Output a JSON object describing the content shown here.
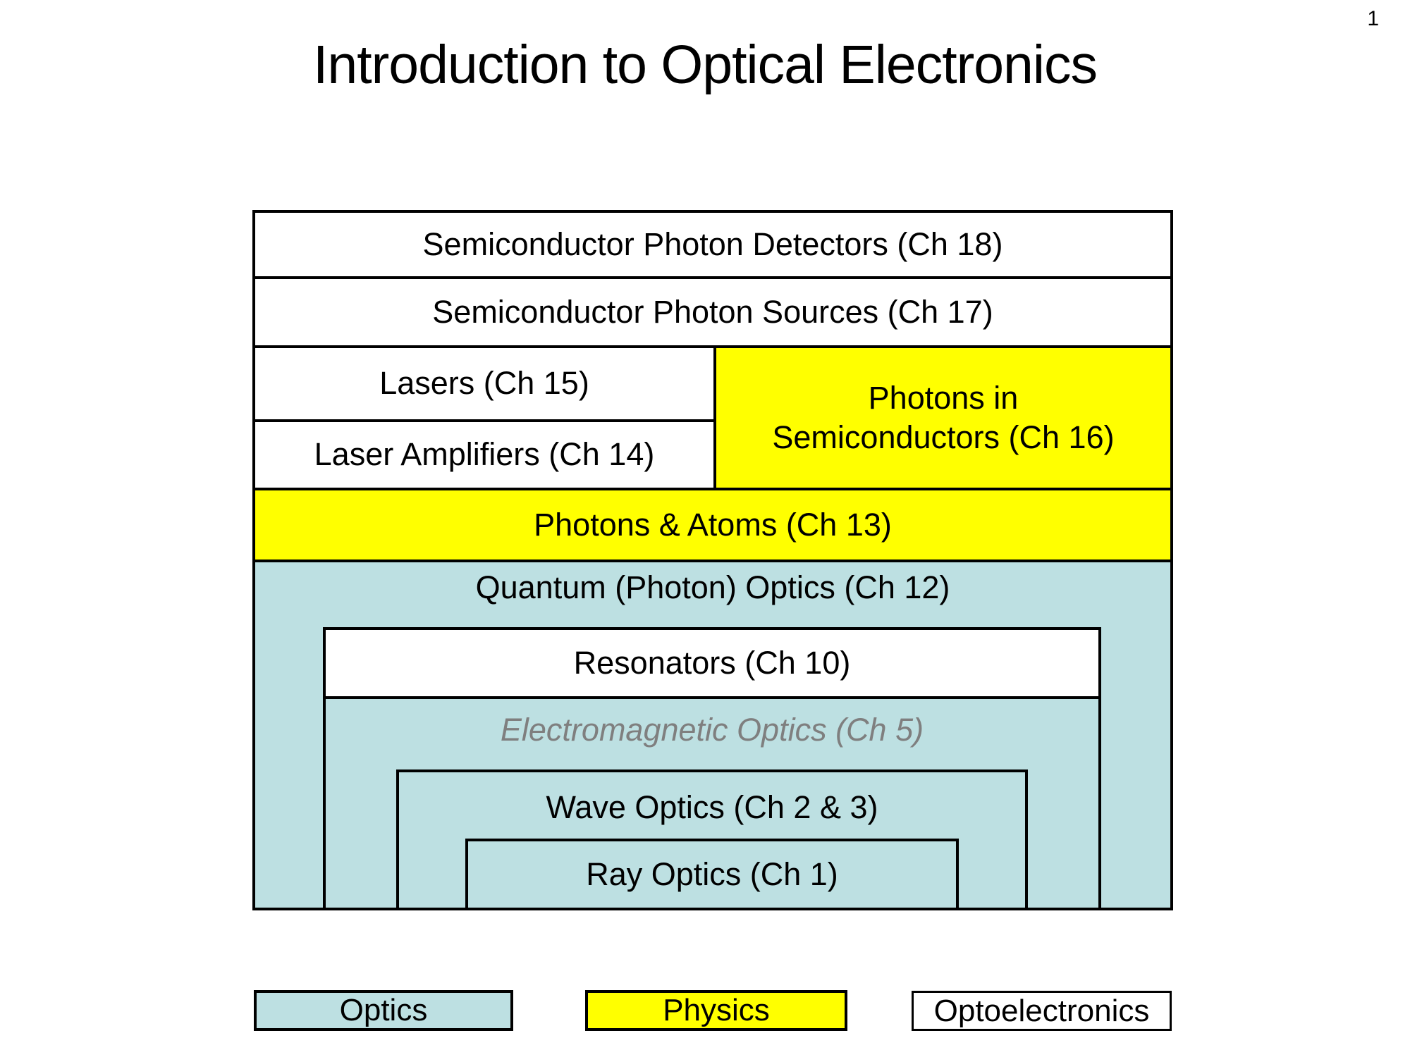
{
  "page": {
    "number": "1",
    "title": "Introduction to Optical Electronics"
  },
  "diagram": {
    "ch18": "Semiconductor Photon Detectors (Ch 18)",
    "ch17": "Semiconductor Photon Sources (Ch 17)",
    "ch15": "Lasers (Ch 15)",
    "ch14": "Laser Amplifiers (Ch 14)",
    "ch16": "Photons in\nSemiconductors (Ch 16)",
    "ch13": "Photons & Atoms (Ch 13)",
    "ch12": "Quantum (Photon) Optics (Ch 12)",
    "ch10": "Resonators (Ch 10)",
    "ch5": "Electromagnetic Optics (Ch 5)",
    "ch2_3": "Wave Optics (Ch 2 & 3)",
    "ch1": "Ray Optics (Ch 1)"
  },
  "legend": {
    "items": [
      {
        "label": "Optics",
        "color": "#BDE0E2"
      },
      {
        "label": "Physics",
        "color": "#FFFF00"
      },
      {
        "label": "Optoelectronics",
        "color": "#FFFFFF"
      }
    ]
  },
  "colors": {
    "optics_blue": "#BDE0E2",
    "physics_yellow": "#FFFF00",
    "optoelectronics_white": "#FFFFFF",
    "border_black": "#000000",
    "muted_gray_text": "#7F7F7F"
  }
}
